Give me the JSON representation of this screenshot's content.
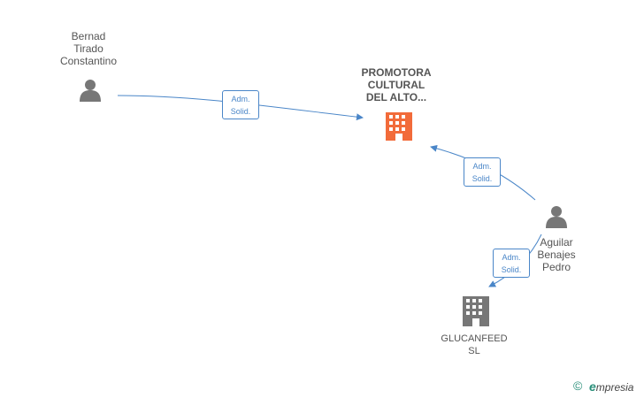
{
  "nodes": {
    "bernad": {
      "label_lines": [
        "Bernad",
        "Tirado",
        "Constantino"
      ],
      "type": "person"
    },
    "promotora": {
      "label_lines": [
        "PROMOTORA",
        "CULTURAL",
        "DEL ALTO..."
      ],
      "type": "company"
    },
    "aguilar": {
      "label_lines": [
        "Aguilar",
        "Benajes",
        "Pedro"
      ],
      "type": "person"
    },
    "glucanfeed": {
      "label_lines": [
        "GLUCANFEED",
        "SL"
      ],
      "type": "company"
    }
  },
  "edges": [
    {
      "from": "bernad",
      "to": "promotora",
      "label_lines": [
        "Adm.",
        "Solid."
      ]
    },
    {
      "from": "aguilar",
      "to": "promotora",
      "label_lines": [
        "Adm.",
        "Solid."
      ]
    },
    {
      "from": "aguilar",
      "to": "glucanfeed",
      "label_lines": [
        "Adm.",
        "Solid."
      ]
    }
  ],
  "colors": {
    "edge": "#4a86c8",
    "person_icon": "#777777",
    "main_company_icon": "#f26b3a",
    "company_icon": "#777777"
  },
  "footer": {
    "copyright_symbol": "©",
    "brand_initial": "e",
    "brand_rest": "mpresia"
  }
}
